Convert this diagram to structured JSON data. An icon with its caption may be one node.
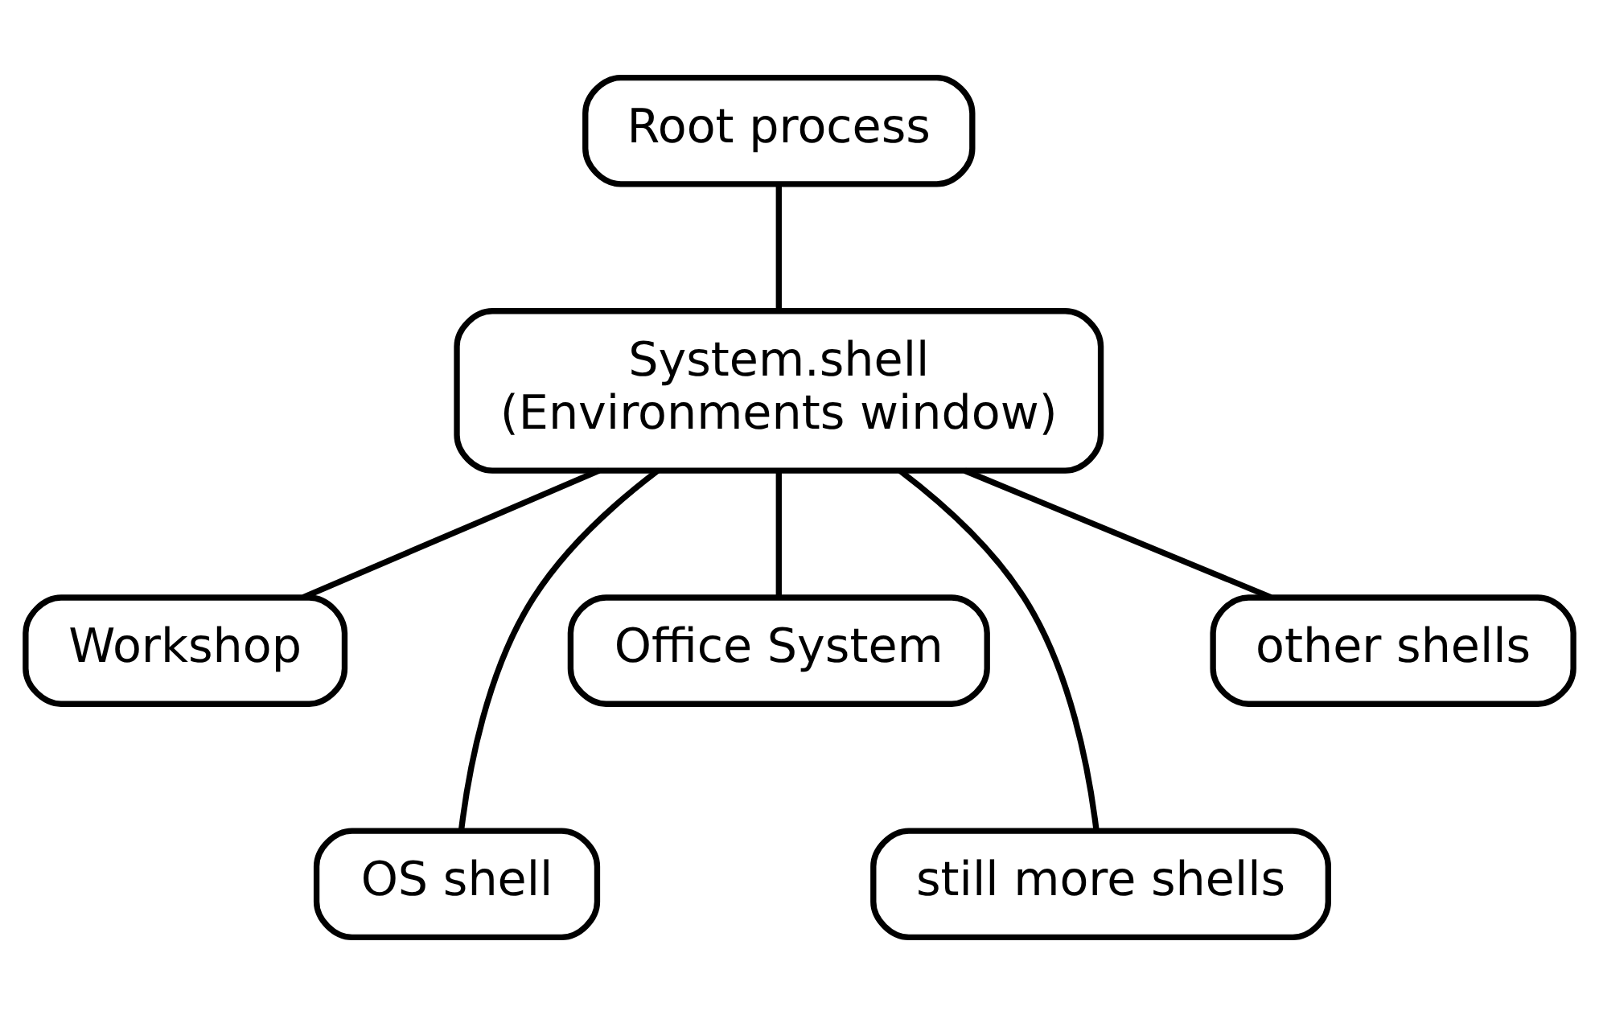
{
  "diagram": {
    "nodes": [
      {
        "text": [
          "Root process"
        ]
      },
      {
        "text": [
          "System.shell",
          "(Environments window)"
        ]
      },
      {
        "text": [
          "Workshop"
        ]
      },
      {
        "text": [
          "OS shell"
        ]
      },
      {
        "text": [
          "Office System"
        ]
      },
      {
        "text": [
          "still more shells"
        ]
      },
      {
        "text": [
          "other shells"
        ]
      }
    ],
    "edges": [
      {
        "from": 0,
        "to": 1,
        "arrow": "none"
      },
      {
        "from": 1,
        "to": 2,
        "arrow": "none"
      },
      {
        "from": 1,
        "to": 3,
        "arrow": "none"
      },
      {
        "from": 1,
        "to": 4,
        "arrow": "none"
      },
      {
        "from": 1,
        "to": 5,
        "arrow": "none"
      },
      {
        "from": 1,
        "to": 6,
        "arrow": "none"
      }
    ]
  }
}
